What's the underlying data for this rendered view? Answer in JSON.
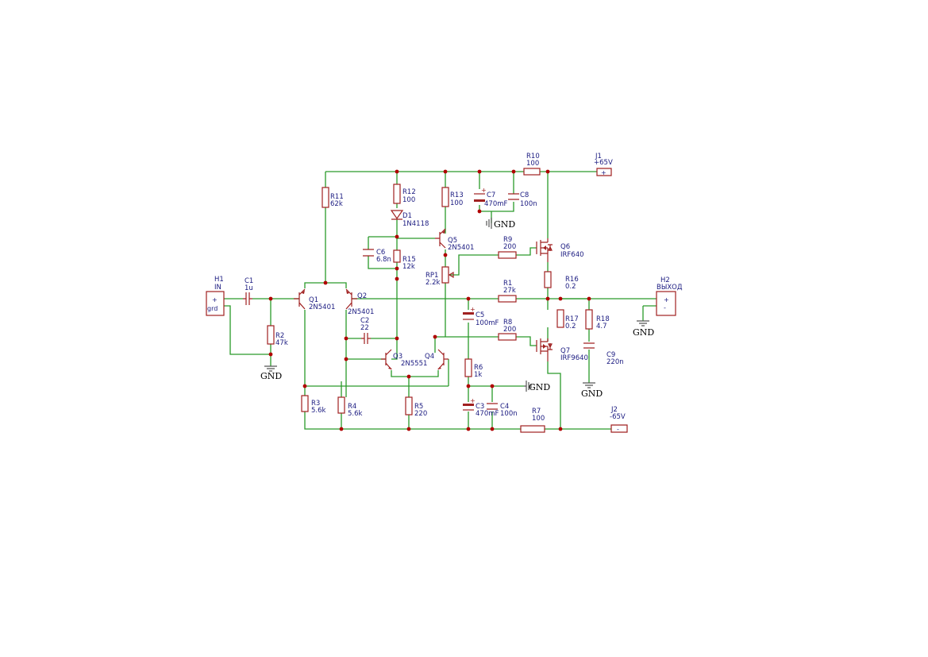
{
  "components": {
    "H1": {
      "ref": "H1",
      "value": "IN",
      "pin_plus": "+",
      "pin_gnd": "grd"
    },
    "C1": {
      "ref": "C1",
      "value": "1u"
    },
    "R2": {
      "ref": "R2",
      "value": "47k"
    },
    "Q1": {
      "ref": "Q1",
      "value": "2N5401"
    },
    "Q2": {
      "ref": "Q2",
      "value": "2N5401"
    },
    "R11": {
      "ref": "R11",
      "value": "62k"
    },
    "R12": {
      "ref": "R12",
      "value": "100"
    },
    "D1": {
      "ref": "D1",
      "value": "1N4118"
    },
    "C6": {
      "ref": "C6",
      "value": "6.8n"
    },
    "R15": {
      "ref": "R15",
      "value": "12k"
    },
    "R13": {
      "ref": "R13",
      "value": "100"
    },
    "Q5": {
      "ref": "Q5",
      "value": "2N5401"
    },
    "C7": {
      "ref": "C7",
      "value": "470mF"
    },
    "C8": {
      "ref": "C8",
      "value": "100n"
    },
    "R10": {
      "ref": "R10",
      "value": "100"
    },
    "J1": {
      "ref": "J1",
      "value": "+65V",
      "pin": "+"
    },
    "R9": {
      "ref": "R9",
      "value": "200"
    },
    "Q6": {
      "ref": "Q6",
      "value": "IRF640"
    },
    "RP1": {
      "ref": "RP1",
      "value": "2.2k"
    },
    "R16": {
      "ref": "R16",
      "value": "0.2"
    },
    "R1": {
      "ref": "R1",
      "value": "27k"
    },
    "H2": {
      "ref": "H2",
      "value": "ВЫХОД",
      "pin_plus": "+",
      "pin_minus": "-"
    },
    "C5": {
      "ref": "C5",
      "value": "100mF"
    },
    "R8": {
      "ref": "R8",
      "value": "200"
    },
    "R17": {
      "ref": "R17",
      "value": "0.2"
    },
    "R18": {
      "ref": "R18",
      "value": "4.7"
    },
    "C2": {
      "ref": "C2",
      "value": "22"
    },
    "Q3": {
      "ref": "Q3",
      "value": "2N5551"
    },
    "Q4": {
      "ref": "Q4",
      "value": ""
    },
    "Q7": {
      "ref": "Q7",
      "value": "IRF9640"
    },
    "C9": {
      "ref": "C9",
      "value": "220n"
    },
    "R6": {
      "ref": "R6",
      "value": "1k"
    },
    "R3": {
      "ref": "R3",
      "value": "5.6k"
    },
    "R4": {
      "ref": "R4",
      "value": "5.6k"
    },
    "R5": {
      "ref": "R5",
      "value": "220"
    },
    "C3": {
      "ref": "C3",
      "value": "470mF"
    },
    "C4": {
      "ref": "C4",
      "value": "100n"
    },
    "R7": {
      "ref": "R7",
      "value": "100"
    },
    "J2": {
      "ref": "J2",
      "value": "-65V",
      "pin": "-"
    }
  },
  "gnd_label": "GND",
  "colors": {
    "wire": "#2a9a2a",
    "component": "#a02020",
    "junction": "#b00000",
    "text": "#1a1a80",
    "ground": "#555555"
  }
}
